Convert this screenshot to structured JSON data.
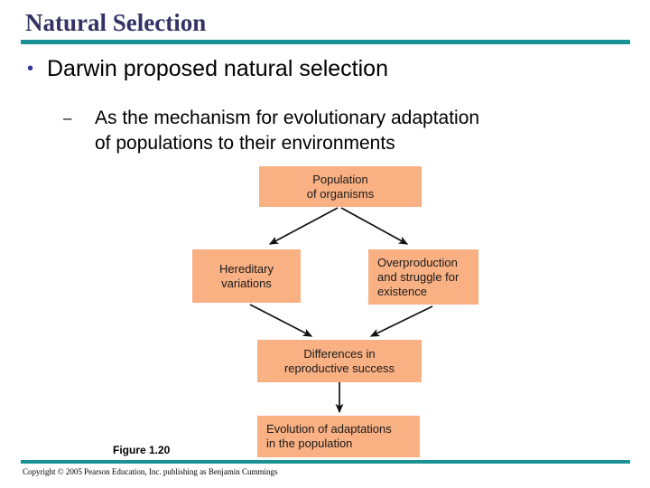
{
  "slide": {
    "title": "Natural Selection",
    "accent_color": "#199195",
    "title_color": "#333366",
    "box_color": "#F9B083",
    "background_color": "#FFFFFF"
  },
  "bullets": {
    "level1": {
      "marker": "•",
      "text": "Darwin proposed natural selection"
    },
    "level2": {
      "marker": "–",
      "line1": "As the mechanism for evolutionary adaptation",
      "line2": "of populations to their environments"
    }
  },
  "figure": {
    "caption": "Figure 1.20",
    "boxes": [
      {
        "id": "population",
        "line1": "Population",
        "line2": "of organisms",
        "align": "center"
      },
      {
        "id": "hereditary",
        "line1": "Hereditary",
        "line2": "variations",
        "align": "center"
      },
      {
        "id": "overproduction",
        "line1": "Overproduction",
        "line2": "and struggle for",
        "line3": "existence",
        "align": "left"
      },
      {
        "id": "differences",
        "line1": "Differences in",
        "line2": "reproductive success",
        "align": "center"
      },
      {
        "id": "evolution",
        "line1": "Evolution of adaptations",
        "line2": "in the population",
        "align": "left"
      }
    ]
  },
  "footer": {
    "copyright": "Copyright © 2005 Pearson Education, Inc. publishing as Benjamin Cummings"
  }
}
